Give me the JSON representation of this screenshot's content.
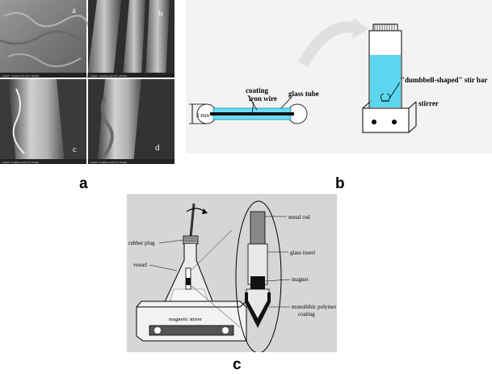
{
  "panels": {
    "a": {
      "label": "a",
      "subimages": [
        {
          "letter": "a",
          "caption": "10.0kV 13.1mm  x35  SE  1.00mm"
        },
        {
          "letter": "b",
          "caption": "10.0kV 13.2mm  x40  SE  1.00mm"
        },
        {
          "letter": "c",
          "caption": "10.0kV 12.9mm  x100 SE  500um"
        },
        {
          "letter": "d",
          "caption": "10.0kV 12.9mm  x100 SE  500um"
        }
      ]
    },
    "b": {
      "label": "b",
      "scale_text": "2 mm",
      "coating_label": "coating",
      "iron_label": "iron wire",
      "glass_label": "glass tube",
      "stirbar_label": "\"dumbbell-shaped\" stir bar",
      "stirrer_label": "stirrer"
    },
    "c": {
      "label": "c",
      "rubber_plug": "rubber plug",
      "vessel": "vessel",
      "magnetic_stirrer": "magnetic stirrer",
      "metal_rod": "metal rod",
      "glass_insert": "glass insert",
      "magnet": "magnet",
      "coating_line1": "monolithic polymer",
      "coating_line2": "coating"
    }
  },
  "colors": {
    "sem_gray": "#8a8a8a",
    "blue": "#5ad6ee",
    "blue_dark": "#1aa3c8",
    "panel_c_bg": "#d6d6d6"
  }
}
